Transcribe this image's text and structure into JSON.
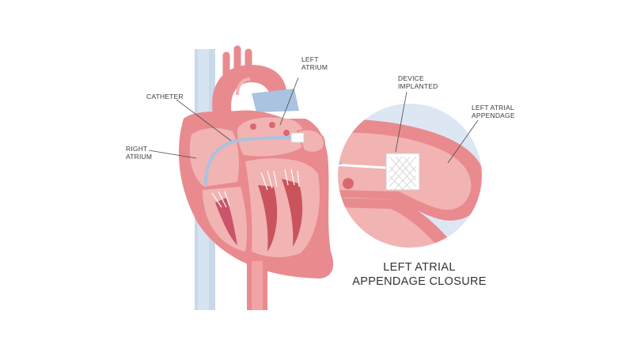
{
  "labels": {
    "left_atrium": [
      "LEFT",
      "ATRIUM"
    ],
    "catheter": [
      "CATHETER"
    ],
    "right_atrium": [
      "RIGHT",
      "ATRIUM"
    ],
    "device_implanted": [
      "DEVICE",
      "IMPLANTED"
    ],
    "left_atrial_appendage": [
      "LEFT ATRIAL",
      "APPENDAGE"
    ]
  },
  "title": [
    "LEFT ATRIAL",
    "APPENDAGE CLOSURE"
  ],
  "colors": {
    "vessel_blue": "#c9d9ec",
    "heart_wall": "#e98a8f",
    "heart_wall_dark": "#d9686f",
    "chamber": "#f2b3b3",
    "muscle": "#c9545c",
    "catheter": "#a9c3e0",
    "zoom_bg": "#dde7f4",
    "text": "#3b3b3b"
  }
}
